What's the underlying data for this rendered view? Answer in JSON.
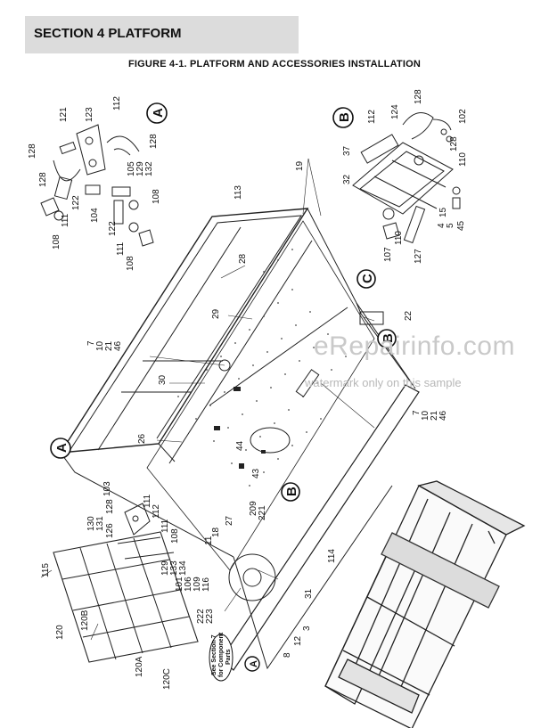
{
  "header": {
    "section_title": "SECTION 4   PLATFORM",
    "figure_title": "FIGURE 4-1. PLATFORM AND ACCESSORIES INSTALLATION"
  },
  "watermark": {
    "main": "eRepairinfo.com",
    "sub": "watermark only on this sample"
  },
  "note": {
    "lines": [
      "See Section 7",
      "for Component",
      "Parts"
    ]
  },
  "callouts": {
    "A_top": "A",
    "B_top": "B",
    "C_mid": "C",
    "B_mid": "B",
    "A_left": "A",
    "B_low": "B",
    "A_bottom": "A"
  },
  "labels": {
    "l121": "121",
    "l123": "123",
    "l112a": "112",
    "l128a": "128",
    "l128b": "128",
    "l105": "105",
    "l129": "129",
    "l132": "132",
    "l128c": "128",
    "l122a": "122",
    "l104": "104",
    "l122b": "122",
    "l108a": "108",
    "l108b": "108",
    "l111a": "111",
    "l111b": "111",
    "l108c": "108",
    "l128d": "128",
    "l124": "124",
    "l112b": "112",
    "l102": "102",
    "l128e": "128",
    "l37": "37",
    "l110a": "110",
    "l32": "32",
    "l15": "15",
    "l4": "4",
    "l5": "5",
    "l45": "45",
    "l107": "107",
    "l110b": "110",
    "l127": "127",
    "l19": "19",
    "l113": "113",
    "l28": "28",
    "l29": "29",
    "l22": "22",
    "l7a": "7",
    "l10a": "10",
    "l21a": "21",
    "l46a": "46",
    "l30": "30",
    "l26": "26",
    "l44": "44",
    "l43": "43",
    "l7b": "7",
    "l10b": "10",
    "l21b": "21",
    "l46b": "46",
    "l103": "103",
    "l111c": "111",
    "l128f": "128",
    "l126": "126",
    "l112c": "112",
    "l111d": "111",
    "l108d": "108",
    "l18": "18",
    "l11": "11",
    "l27": "27",
    "l209": "209",
    "l221": "221",
    "l130": "130",
    "l131": "131",
    "l115": "115",
    "l120": "120",
    "l120B": "120B",
    "l120A": "120A",
    "l120C": "120C",
    "l129b": "129",
    "l133": "133",
    "l134": "134",
    "l101": "101",
    "l106": "106",
    "l109": "109",
    "l116": "116",
    "l222": "222",
    "l223": "223",
    "l114": "114",
    "l31": "31",
    "l8": "8",
    "l12": "12",
    "l3": "3"
  }
}
